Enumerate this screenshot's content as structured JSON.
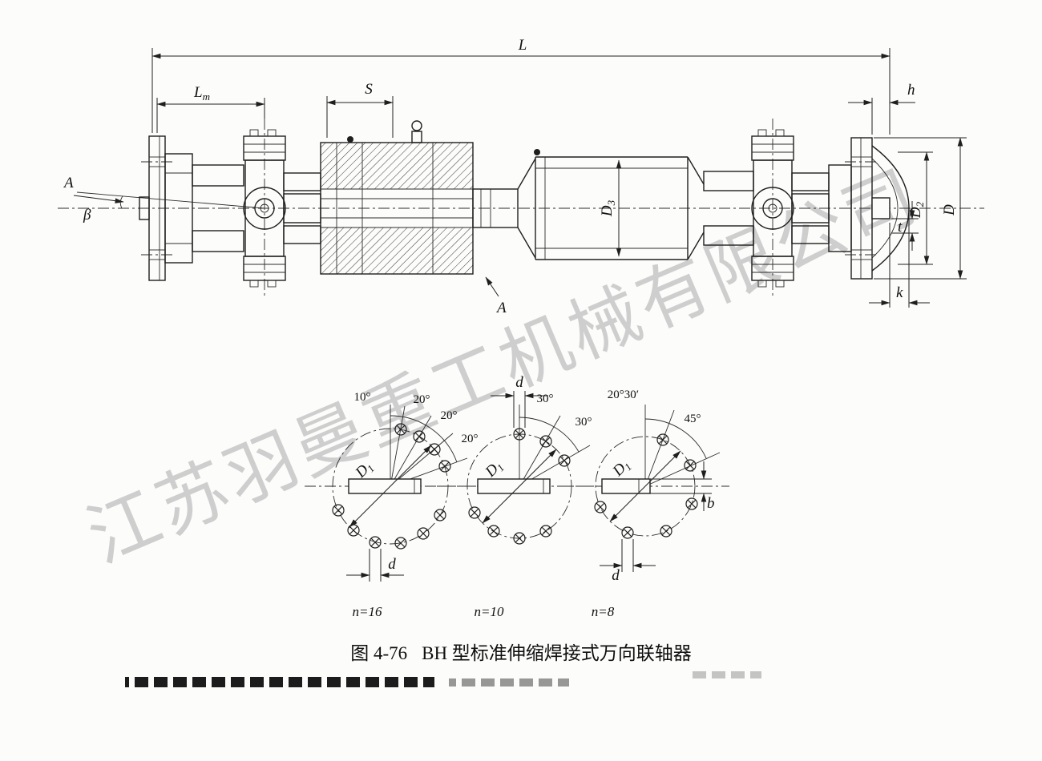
{
  "watermark": "江苏羽曼重工机械有限公司",
  "caption": {
    "figure_no": "图 4-76",
    "title": "BH 型标准伸缩焊接式万向联轴器"
  },
  "dim_labels": {
    "L": "L",
    "Lm_base": "L",
    "Lm_sub": "m",
    "S": "S",
    "h": "h",
    "A_view": "A",
    "beta": "β",
    "A_section": "A",
    "D3_base": "D",
    "D3_sub": "3",
    "D2_base": "D",
    "D2_sub": "2",
    "D": "D",
    "t": "t",
    "k": "k"
  },
  "flange_views": [
    {
      "n_label": "n=16",
      "angle_labels": [
        "10°",
        "20°",
        "20°",
        "20°"
      ],
      "D1_base": "D",
      "D1_sub": "1",
      "d_label": "d"
    },
    {
      "n_label": "n=10",
      "angle_labels": [
        "30°",
        "30°"
      ],
      "D1_base": "D",
      "D1_sub": "1",
      "d_label": "d"
    },
    {
      "n_label": "n=8",
      "angle_labels": [
        "20°30′",
        "45°"
      ],
      "D1_base": "D",
      "D1_sub": "1",
      "d_label": "d",
      "b_label": "b"
    }
  ],
  "colors": {
    "paper": "#fcfcfa",
    "ink": "#1f1f1f",
    "watermark_gray": "#a6a6a6"
  }
}
